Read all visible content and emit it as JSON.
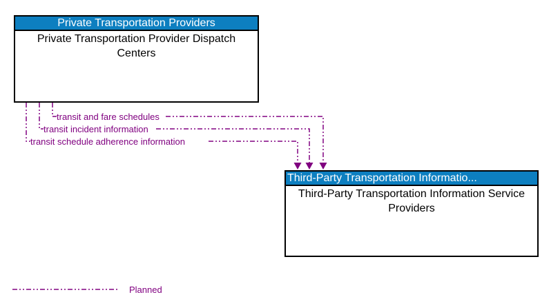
{
  "colors": {
    "header_bg": "#0d7fc0",
    "header_text": "#ffffff",
    "flow": "#800080",
    "border": "#000000",
    "body_text": "#000000"
  },
  "entities": [
    {
      "header": "Private Transportation Providers",
      "name": "Private Transportation Provider Dispatch Centers"
    },
    {
      "header": "Third-Party Transportation Informatio...",
      "name": "Third-Party Transportation Information Service Providers"
    }
  ],
  "flows": [
    {
      "label": "transit and fare schedules",
      "from": "Private Transportation Provider Dispatch Centers",
      "to": "Third-Party Transportation Information Service Providers",
      "status": "planned"
    },
    {
      "label": "transit incident information",
      "from": "Private Transportation Provider Dispatch Centers",
      "to": "Third-Party Transportation Information Service Providers",
      "status": "planned"
    },
    {
      "label": "transit schedule adherence information",
      "from": "Private Transportation Provider Dispatch Centers",
      "to": "Third-Party Transportation Information Service Providers",
      "status": "planned"
    }
  ],
  "legend": {
    "label": "Planned",
    "line_style": "dash-dot"
  }
}
